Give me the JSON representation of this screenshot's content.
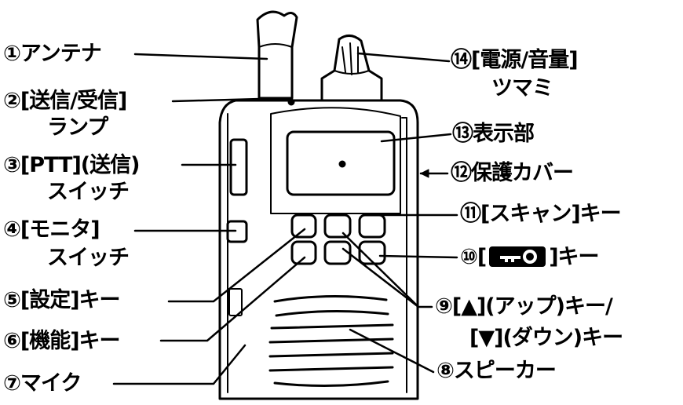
{
  "labels": {
    "c1": "①アンテナ",
    "c2_line1": "②[送信/受信]",
    "c2_line2": "ランプ",
    "c3_line1": "③[PTT](送信)",
    "c3_line2": "スイッチ",
    "c4_line1": "④[モニタ]",
    "c4_line2": "スイッチ",
    "c5": "⑤[設定]キー",
    "c6": "⑥[機能]キー",
    "c7": "⑦マイク",
    "c8": "⑧スピーカー",
    "c9_line1": "⑨[▲](アップ)キー/",
    "c9_line2": "[▼](ダウン)キー",
    "c10_prefix": "⑩[",
    "c10_suffix": "]キー",
    "c11": "⑪[スキャン]キー",
    "c12": "⑫保護カバー",
    "c13": "⑬表示部",
    "c14_line1": "⑭[電源/音量]",
    "c14_line2": "ツマミ"
  },
  "icons": {
    "key_icon": "key-icon",
    "up_arrow": "up-arrow-icon",
    "down_arrow": "down-arrow-icon"
  },
  "colors": {
    "line": "#000000",
    "body": "#ffffff"
  }
}
